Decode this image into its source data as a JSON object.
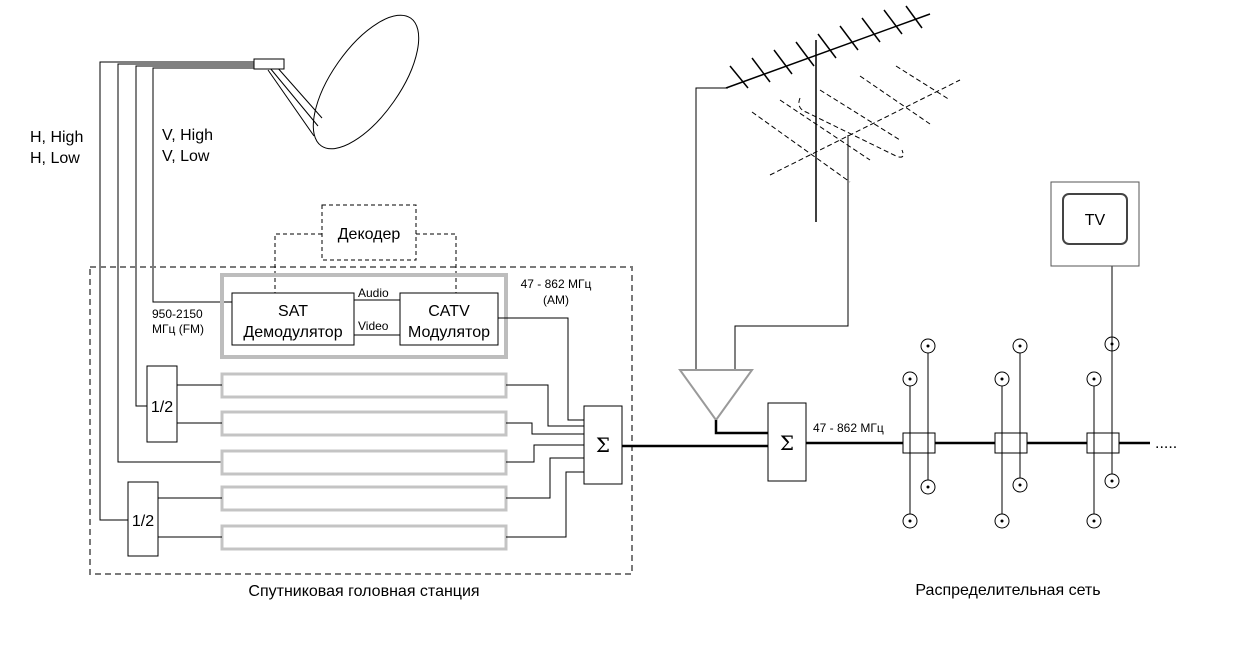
{
  "labels": {
    "h_pol": [
      "H, High",
      "H, Low"
    ],
    "v_pol": [
      "V, High",
      "V, Low"
    ],
    "decoder": "Декодер",
    "sat_demod": [
      "SAT",
      "Демодулятор"
    ],
    "catv_mod": [
      "CATV",
      "Модулятор"
    ],
    "audio": "Audio",
    "video": "Video",
    "fm_range": [
      "950-2150",
      "МГц (FM)"
    ],
    "am_range": [
      "47 - 862 МГц",
      "(AM)"
    ],
    "splitter_1": "1/2",
    "splitter_2": "1/2",
    "sum_1": "Σ",
    "sum_2": "Σ",
    "net_range": "47 - 862 МГц",
    "tv": "TV",
    "dots": ".....",
    "headend_caption": "Спутниковая головная станция",
    "network_caption": "Распределительная сеть"
  }
}
